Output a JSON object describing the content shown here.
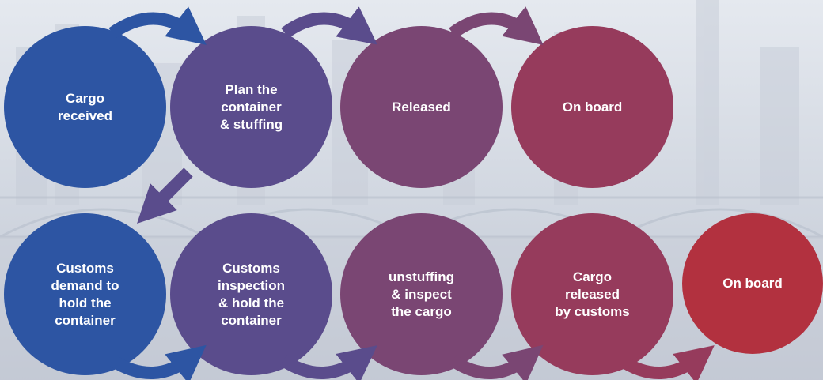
{
  "top_row": [
    {
      "label": "Cargo\nreceived",
      "color": "#2d55a3"
    },
    {
      "label": "Plan the\ncontainer\n& stuffing",
      "color": "#5a4c8c"
    },
    {
      "label": "Released",
      "color": "#7a4673"
    },
    {
      "label": "On board",
      "color": "#963b5c"
    }
  ],
  "bottom_row": [
    {
      "label": "Customs\ndemand to\nhold the\ncontainer",
      "color": "#2d55a3"
    },
    {
      "label": "Customs\ninspection\n& hold the\ncontainer",
      "color": "#5a4c8c"
    },
    {
      "label": "unstuffing\n& inspect\nthe cargo",
      "color": "#7a4673"
    },
    {
      "label": "Cargo\nreleased\nby customs",
      "color": "#963b5c"
    },
    {
      "label": "On board",
      "color": "#b2313f"
    }
  ],
  "arrow_colors": {
    "blue": "#2d55a3",
    "indigo": "#5a4c8c",
    "plum": "#7a4673",
    "wine": "#963b5c"
  }
}
